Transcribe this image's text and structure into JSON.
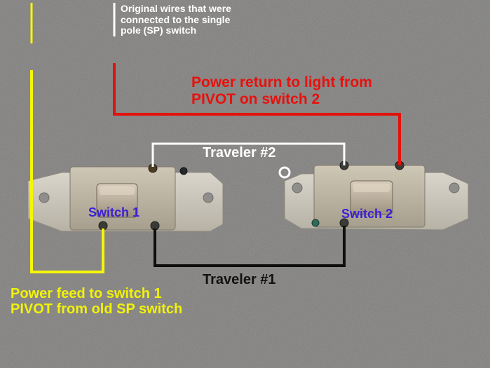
{
  "labels": {
    "original_wires": "Original wires that were\nconnected to the single\npole (SP) switch",
    "power_return": "Power return to light from\nPIVOT on switch 2",
    "traveler_2": "Traveler #2",
    "traveler_1": "Traveler #1",
    "power_feed": "Power feed to switch 1\nPIVOT from old SP switch",
    "switch_1": "Switch 1",
    "switch_2": "Switch 2"
  },
  "wire_colors": {
    "yellow": "#f5f50a",
    "red": "#e3120d",
    "white": "#ffffff",
    "black": "#0e0e0e"
  },
  "icons": {
    "switch_1": "light-switch-icon",
    "switch_2": "light-switch-icon"
  }
}
